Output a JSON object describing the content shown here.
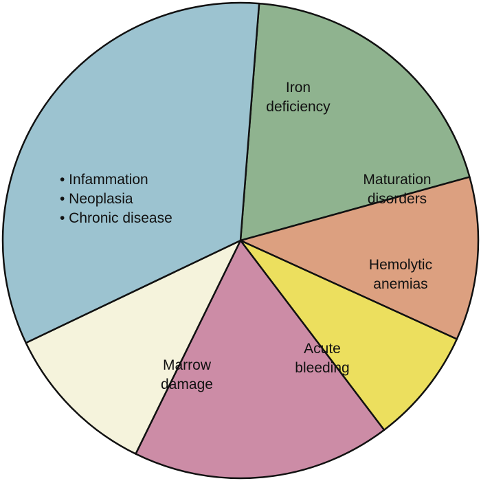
{
  "chart_data": {
    "type": "pie",
    "start_angle_deg": 274.5,
    "direction": "clockwise",
    "slices": [
      {
        "label": [
          "Iron",
          "deficiency"
        ],
        "value": 21,
        "color": "#8fb38f"
      },
      {
        "label": [
          "Maturation",
          "disorders"
        ],
        "value": 12,
        "color": "#dca080"
      },
      {
        "label": [
          "Hemolytic",
          "anemias"
        ],
        "value": 8.5,
        "color": "#ecdf5e"
      },
      {
        "label": [
          "Acute",
          "bleeding"
        ],
        "value": 19,
        "color": "#cc8ca6"
      },
      {
        "label": [
          "Marrow",
          "damage"
        ],
        "value": 11.5,
        "color": "#f5f3dc"
      },
      {
        "label": [
          "• Infammation",
          "• Neoplasia",
          "• Chronic disease"
        ],
        "value": 36,
        "color": "#9cc3d0"
      }
    ],
    "legend": "none",
    "title": ""
  }
}
